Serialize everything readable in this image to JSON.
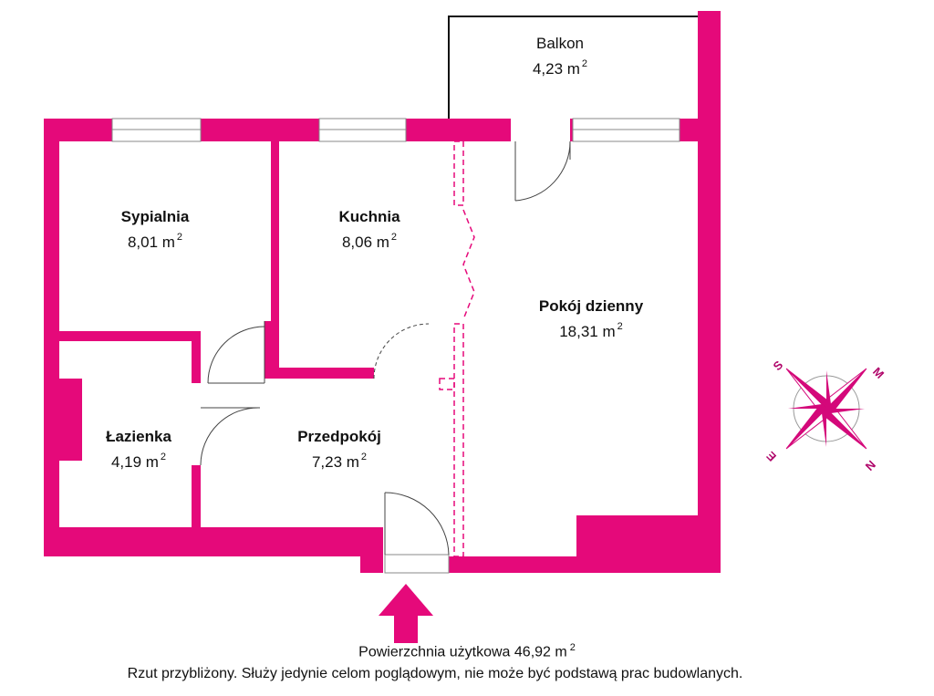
{
  "rooms": [
    {
      "name": "Balkon",
      "area": "4,23 m",
      "unit_exp": "2"
    },
    {
      "name": "Sypialnia",
      "area": "8,01 m",
      "unit_exp": "2"
    },
    {
      "name": "Kuchnia",
      "area": "8,06 m",
      "unit_exp": "2"
    },
    {
      "name": "Pokój dzienny",
      "area": "18,31 m",
      "unit_exp": "2"
    },
    {
      "name": "Łazienka",
      "area": "4,19 m",
      "unit_exp": "2"
    },
    {
      "name": "Przedpokój",
      "area": "7,23 m",
      "unit_exp": "2"
    }
  ],
  "compass": {
    "labels": [
      "S",
      "M",
      "N",
      "E"
    ]
  },
  "footer": {
    "total_area": "Powierzchnia użytkowa 46,92 m",
    "total_exp": "2",
    "disclaimer": "Rzut przybliżony. Służy jedynie celom poglądowym, nie może być podstawą prac budowlanych."
  },
  "colors": {
    "wall": "#e5097a",
    "line": "#222222"
  }
}
